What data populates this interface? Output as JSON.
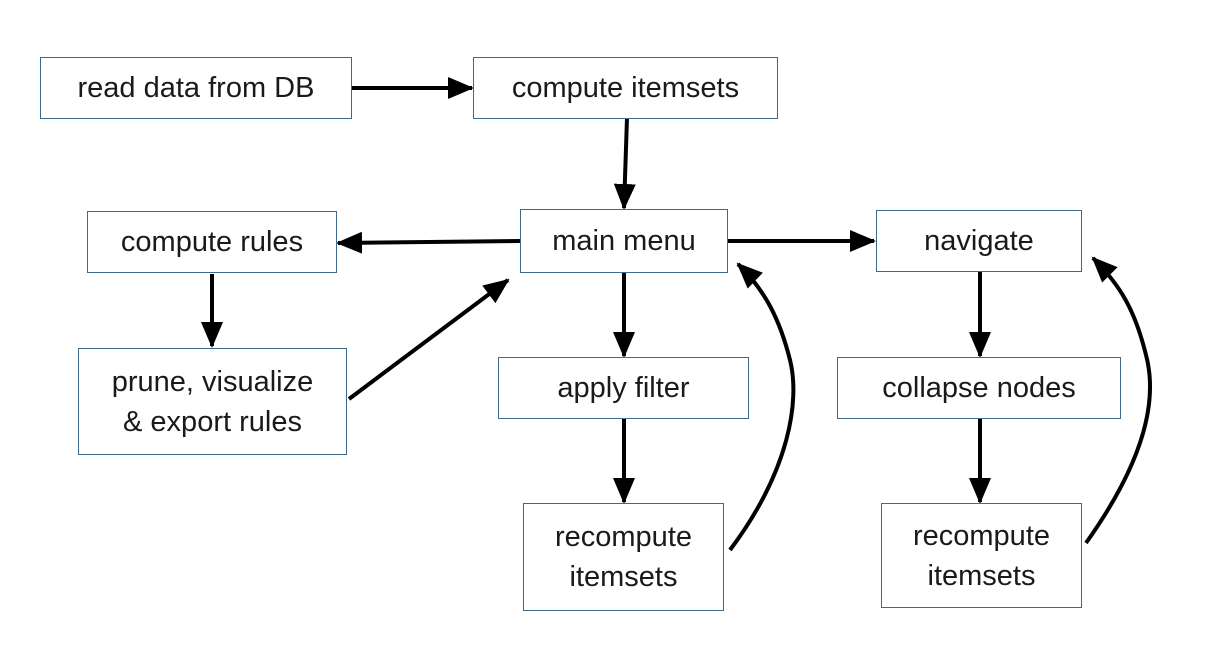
{
  "diagram": {
    "nodes": {
      "read_data": "read data from DB",
      "compute_itemsets": "compute itemsets",
      "compute_rules": "compute rules",
      "main_menu": "main menu",
      "navigate": "navigate",
      "prune_rules": "prune, visualize\n& export rules",
      "apply_filter": "apply filter",
      "collapse_nodes": "collapse nodes",
      "recompute_itemsets_filter": "recompute\nitemsets",
      "recompute_itemsets_navigate": "recompute\nitemsets"
    },
    "colors": {
      "box_border": "#3f6a8a",
      "arrow": "#000000",
      "text": "#1a1a1a"
    }
  }
}
